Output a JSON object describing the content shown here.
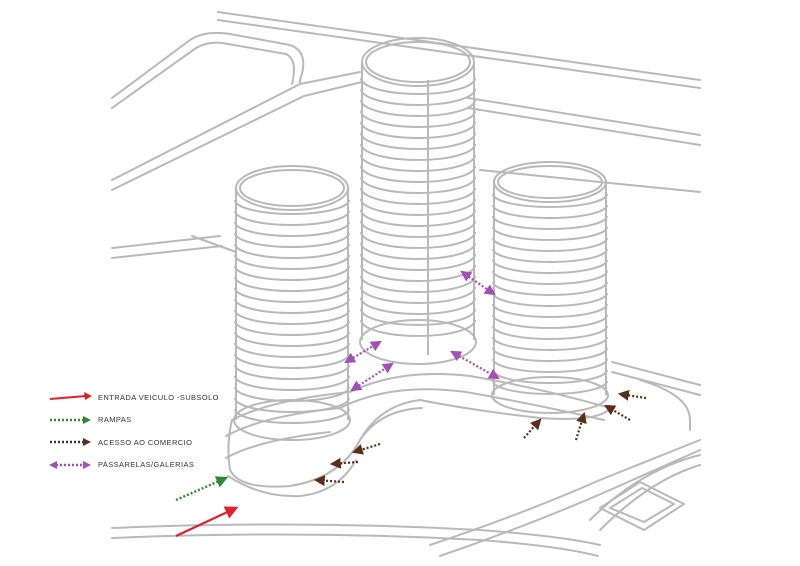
{
  "legend": {
    "items": [
      {
        "label": "ENTRADA VEICULO  -SUBSOLO",
        "color": "#e2202a",
        "style": "solid"
      },
      {
        "label": "RAMPAS",
        "color": "#2e8a32",
        "style": "dotted"
      },
      {
        "label": "ACESSO AO COMERCIO",
        "color": "#5a2e1a",
        "style": "dotted"
      },
      {
        "label": "PASSARELAS/GALERIAS",
        "color": "#a24fb8",
        "style": "dotted"
      }
    ]
  },
  "colors": {
    "linework": "#b9b9b9",
    "vehicle": "#e2202a",
    "ramp": "#2e8a32",
    "commerce": "#5a2e1a",
    "walkway": "#a24fb8"
  }
}
